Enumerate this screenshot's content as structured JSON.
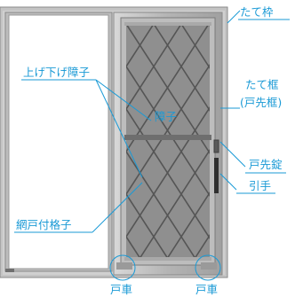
{
  "labels": {
    "tate_waku": "たて枠",
    "tate_kamachi_line1": "たて框",
    "tate_kamachi_line2": "(戸先框)",
    "age_sage_shoji": "上げ下げ障子",
    "shoji": "障子",
    "tosaki_jo": "戸先錠",
    "hikite": "引手",
    "amido_koushi": "網戸付格子",
    "toguruma_left": "戸車",
    "toguruma_right": "戸車"
  },
  "colors": {
    "label": "#1a9ad6",
    "frame": "#b8b8b8",
    "glass": "#8f8f8f",
    "lattice": "#555555"
  }
}
